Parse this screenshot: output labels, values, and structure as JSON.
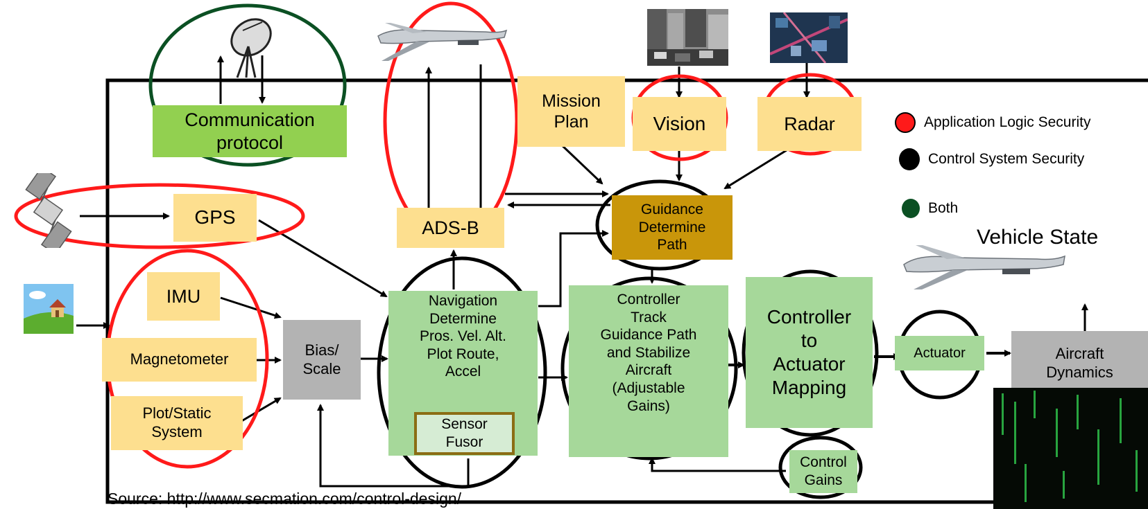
{
  "colors": {
    "application_logic": "#ff1a1a",
    "control_system": "#000000",
    "both": "#0b5023",
    "module_yellow": "#fddf8f",
    "module_green": "#a6d89a",
    "protocol_green": "#92d050",
    "module_gray": "#b3b3b3",
    "guidance_gold": "#c9960a"
  },
  "modules": {
    "communication_protocol": "Communication\nprotocol",
    "gps": "GPS",
    "ads_b": "ADS-B",
    "mission_plan": "Mission\nPlan",
    "vision": "Vision",
    "radar": "Radar",
    "guidance": "Guidance\nDetermine\nPath",
    "imu": "IMU",
    "magnetometer": "Magnetometer",
    "pitot_static": "Plot/Static\nSystem",
    "bias_scale": "Bias/\nScale",
    "navigation": "Navigation\nDetermine\nPros. Vel. Alt.\nPlot Route,\nAccel",
    "sensor_fusor": "Sensor\nFusor",
    "controller_track": "Controller\nTrack\nGuidance Path\nand Stabilize\nAircraft\n(Adjustable\nGains)",
    "controller_mapping": "Controller\nto\nActuator\nMapping",
    "actuator": "Actuator",
    "aircraft_dynamics": "Aircraft\nDynamics",
    "control_gains": "Control\nGains"
  },
  "legend": {
    "application_logic_security": "Application Logic Security",
    "control_system_security": "Control System Security",
    "both": "Both"
  },
  "labels": {
    "vehicle_state": "Vehicle State",
    "source": "Source: http://www.secmation.com/control-design/"
  },
  "icons": {
    "satellite_dish": "satellite-dish-icon",
    "drone": "drone-icon",
    "satellite": "satellite-icon",
    "landscape": "landscape-icon",
    "city_photo": "city-street-photo",
    "aerial_photo": "aerial-city-photo",
    "code_screen": "code-screen-photo"
  }
}
